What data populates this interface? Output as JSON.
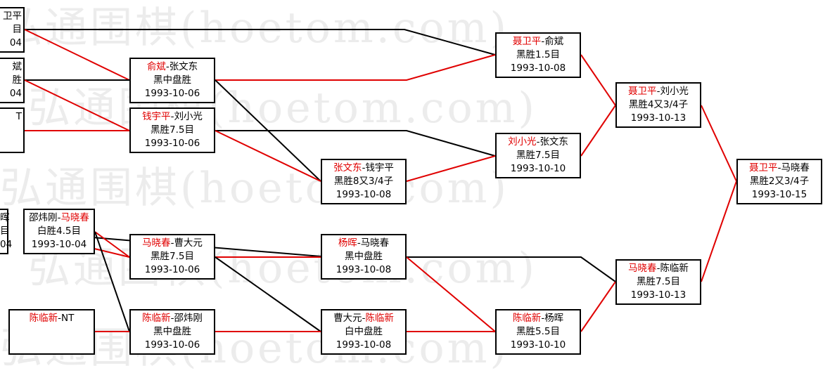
{
  "watermark": "弘通围棋(hoetom.com)",
  "colors": {
    "winner": "#e00000",
    "line_win": "#e00000",
    "line_loss": "#000000",
    "border": "#000000"
  },
  "partial_boxes": [
    {
      "lines": [
        "卫平",
        "目",
        "04"
      ]
    },
    {
      "lines": [
        "斌",
        "胜",
        "04"
      ]
    },
    {
      "lines": [
        "T",
        "",
        ""
      ]
    },
    {
      "lines": [
        "晖",
        "目",
        "04"
      ]
    }
  ],
  "matches": [
    {
      "id": "r1-shao-ma",
      "p1": "邵炜刚",
      "p2": "马晓春",
      "winner": 2,
      "result": "白胜4.5目",
      "date": "1993-10-04"
    },
    {
      "id": "r1-chen-nt",
      "p1": "陈临新",
      "p2": "NT",
      "winner": 1,
      "result": "",
      "date": ""
    },
    {
      "id": "r2-yu-zhang",
      "p1": "俞斌",
      "p2": "张文东",
      "winner": 1,
      "result": "黑中盘胜",
      "date": "1993-10-06"
    },
    {
      "id": "r2-qian-liu",
      "p1": "钱宇平",
      "p2": "刘小光",
      "winner": 1,
      "result": "黑胜7.5目",
      "date": "1993-10-06"
    },
    {
      "id": "r2-ma-cao",
      "p1": "马晓春",
      "p2": "曹大元",
      "winner": 1,
      "result": "黑胜7.5目",
      "date": "1993-10-06"
    },
    {
      "id": "r2-chen-shao",
      "p1": "陈临新",
      "p2": "邵炜刚",
      "winner": 1,
      "result": "黑中盘胜",
      "date": "1993-10-06"
    },
    {
      "id": "r3-zhang-qian",
      "p1": "张文东",
      "p2": "钱宇平",
      "winner": 1,
      "result": "黑胜8又3/4子",
      "date": "1993-10-08"
    },
    {
      "id": "r3-yang-ma",
      "p1": "杨晖",
      "p2": "马晓春",
      "winner": 1,
      "result": "黑中盘胜",
      "date": "1993-10-08"
    },
    {
      "id": "r3-cao-chen",
      "p1": "曹大元",
      "p2": "陈临新",
      "winner": 2,
      "result": "白中盘胜",
      "date": "1993-10-08"
    },
    {
      "id": "r4-nie-yu",
      "p1": "聂卫平",
      "p2": "俞斌",
      "winner": 1,
      "result": "黑胜1.5目",
      "date": "1993-10-08"
    },
    {
      "id": "r4-liu-zhang",
      "p1": "刘小光",
      "p2": "张文东",
      "winner": 1,
      "result": "黑胜7.5目",
      "date": "1993-10-10"
    },
    {
      "id": "r4-chen-yang",
      "p1": "陈临新",
      "p2": "杨晖",
      "winner": 1,
      "result": "黑胜5.5目",
      "date": "1993-10-10"
    },
    {
      "id": "sf-nie-liu",
      "p1": "聂卫平",
      "p2": "刘小光",
      "winner": 1,
      "result": "黑胜4又3/4子",
      "date": "1993-10-13"
    },
    {
      "id": "sf-ma-chen",
      "p1": "马晓春",
      "p2": "陈临新",
      "winner": 1,
      "result": "黑胜7.5目",
      "date": "1993-10-13"
    },
    {
      "id": "final-nie-ma",
      "p1": "聂卫平",
      "p2": "马晓春",
      "winner": 1,
      "result": "黑胜2又3/4子",
      "date": "1993-10-15"
    }
  ]
}
